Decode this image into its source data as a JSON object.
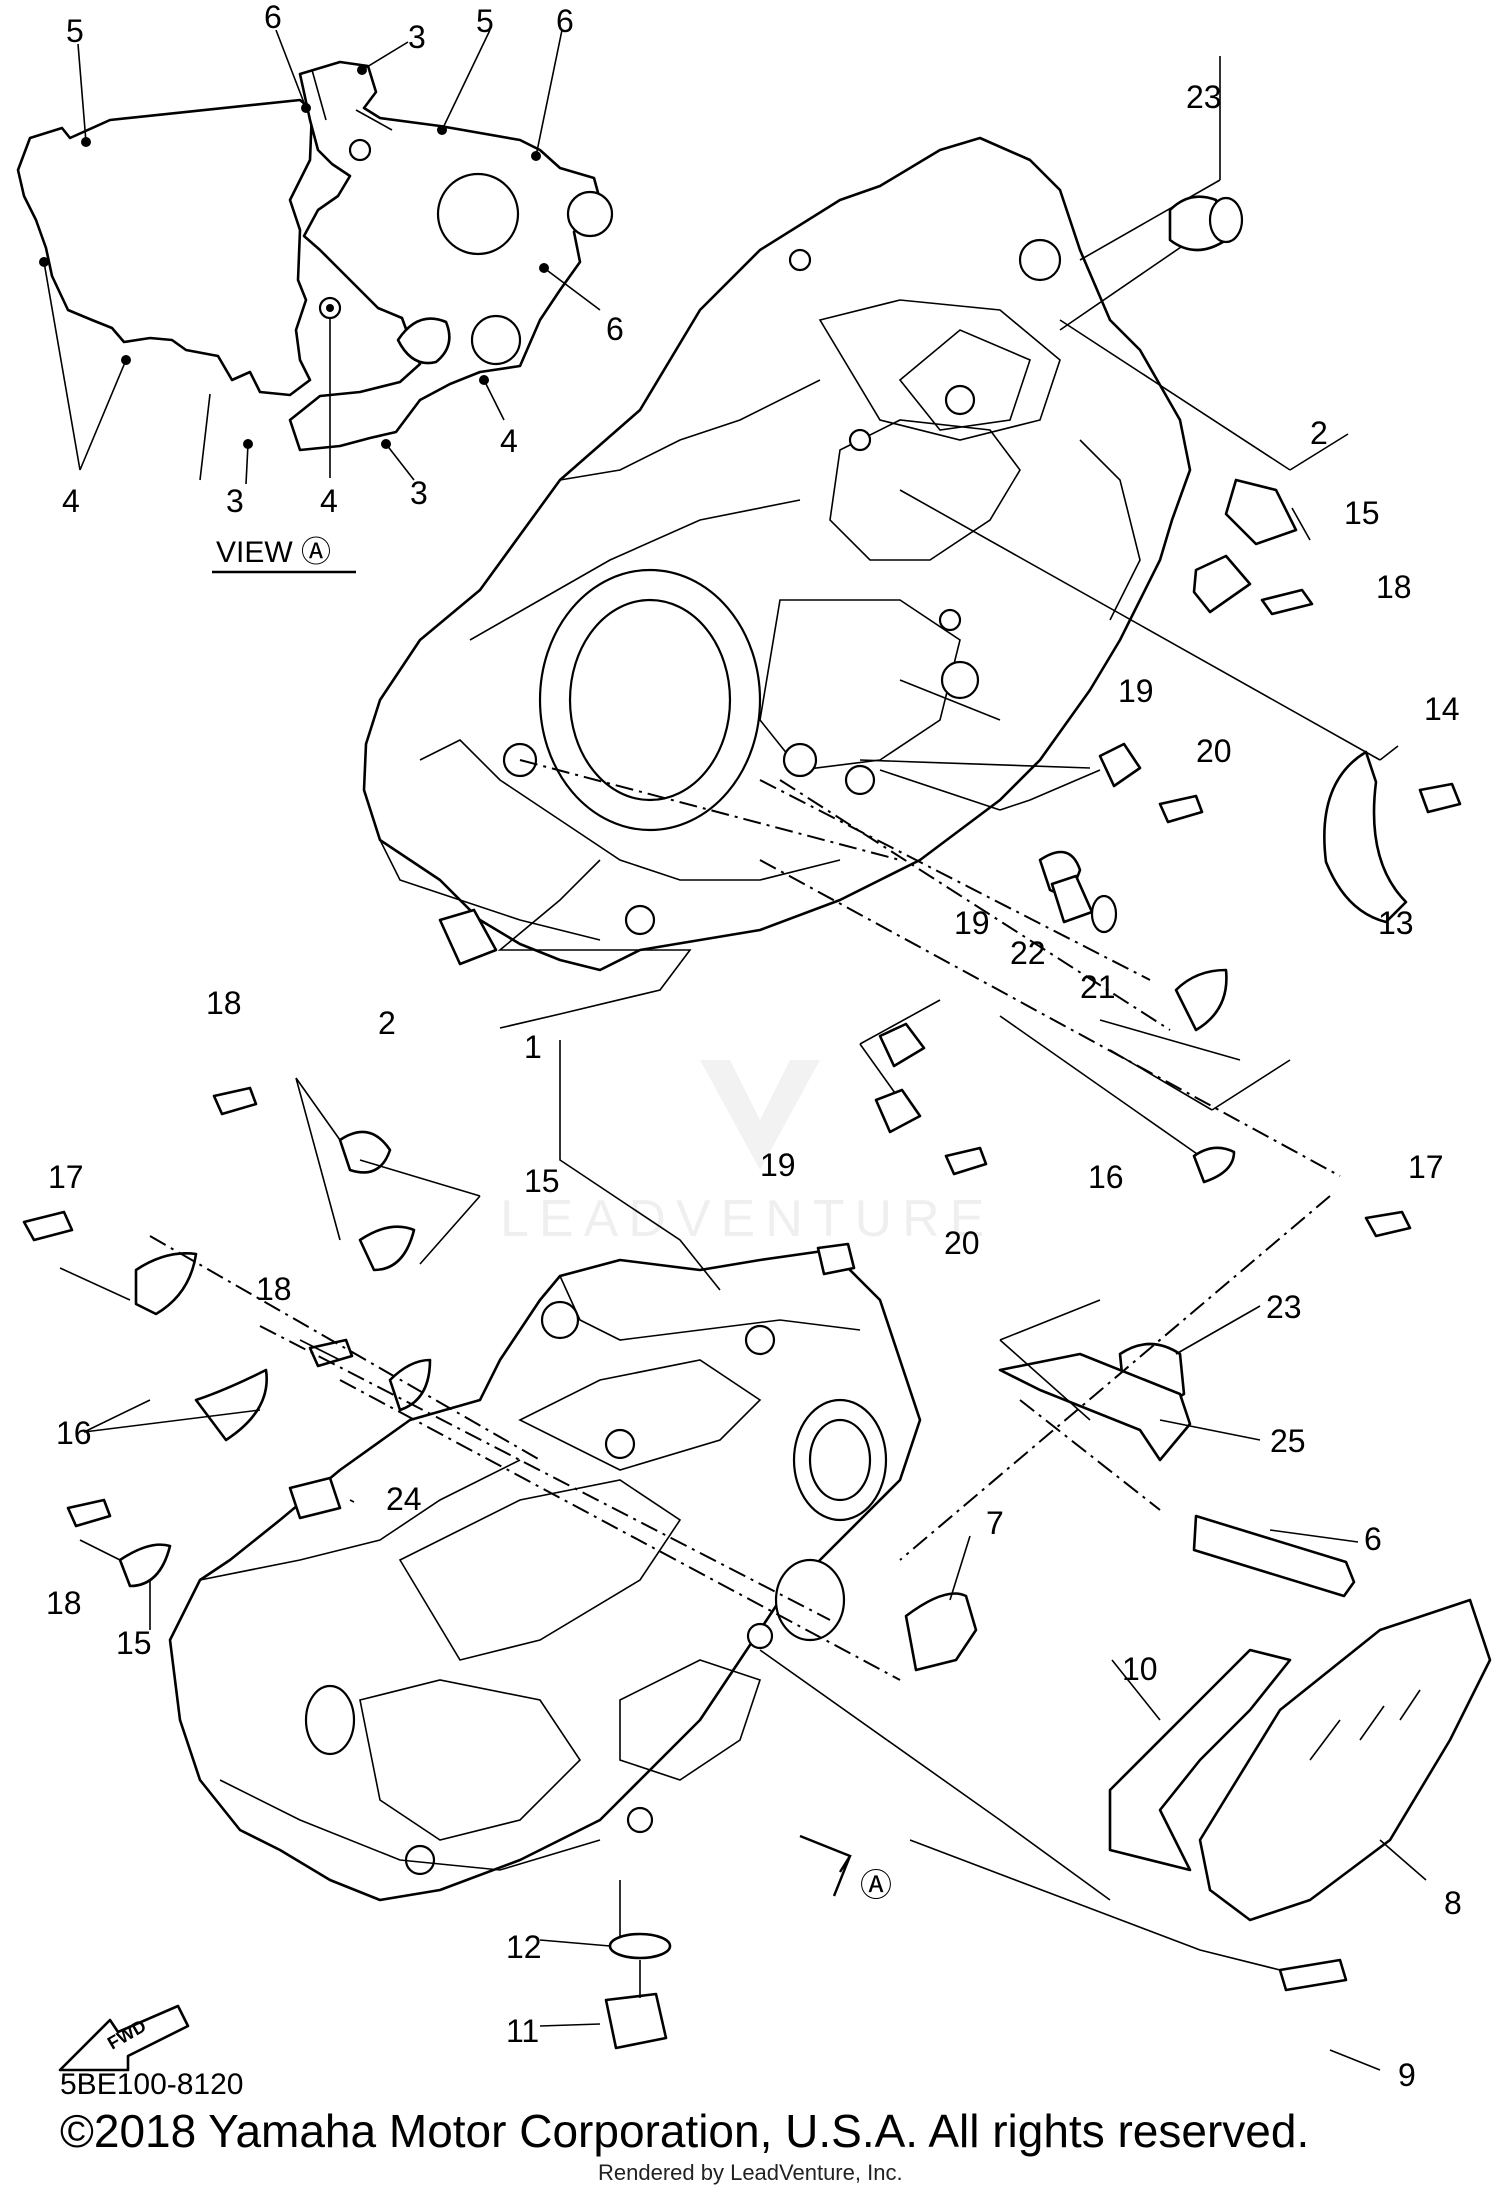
{
  "view_label": "VIEW Ⓐ",
  "arrow_label": "Ⓐ",
  "fwd_label": "FWD",
  "diagram_code": "5BE100-8120",
  "copyright": "©2018 Yamaha Motor Corporation, U.S.A. All rights reserved.",
  "rendered_by": "Rendered by LeadVenture, Inc.",
  "watermark": "LEADVENTURE",
  "view_callouts": {
    "c1": "5",
    "c2": "6",
    "c3": "3",
    "c4": "5",
    "c5": "6",
    "c6": "6",
    "c7": "4",
    "c8": "4",
    "c9": "3",
    "c10": "4",
    "c11": "3"
  },
  "callouts": {
    "p23a": "23",
    "p2a": "2",
    "p15a": "15",
    "p18a": "18",
    "p14": "14",
    "p19a": "19",
    "p20a": "20",
    "p13": "13",
    "p19b": "19",
    "p22": "22",
    "p21": "21",
    "p2b": "2",
    "p1": "1",
    "p18b": "18",
    "p19c": "19",
    "p16a": "16",
    "p17a": "17",
    "p20b": "20",
    "p15b": "15",
    "p17b": "17",
    "p18c": "18",
    "p16b": "16",
    "p23b": "23",
    "p25": "25",
    "p24": "24",
    "p18d": "18",
    "p15c": "15",
    "p7": "7",
    "p6": "6",
    "p10": "10",
    "p8": "8",
    "p12": "12",
    "p11": "11",
    "p9": "9"
  }
}
